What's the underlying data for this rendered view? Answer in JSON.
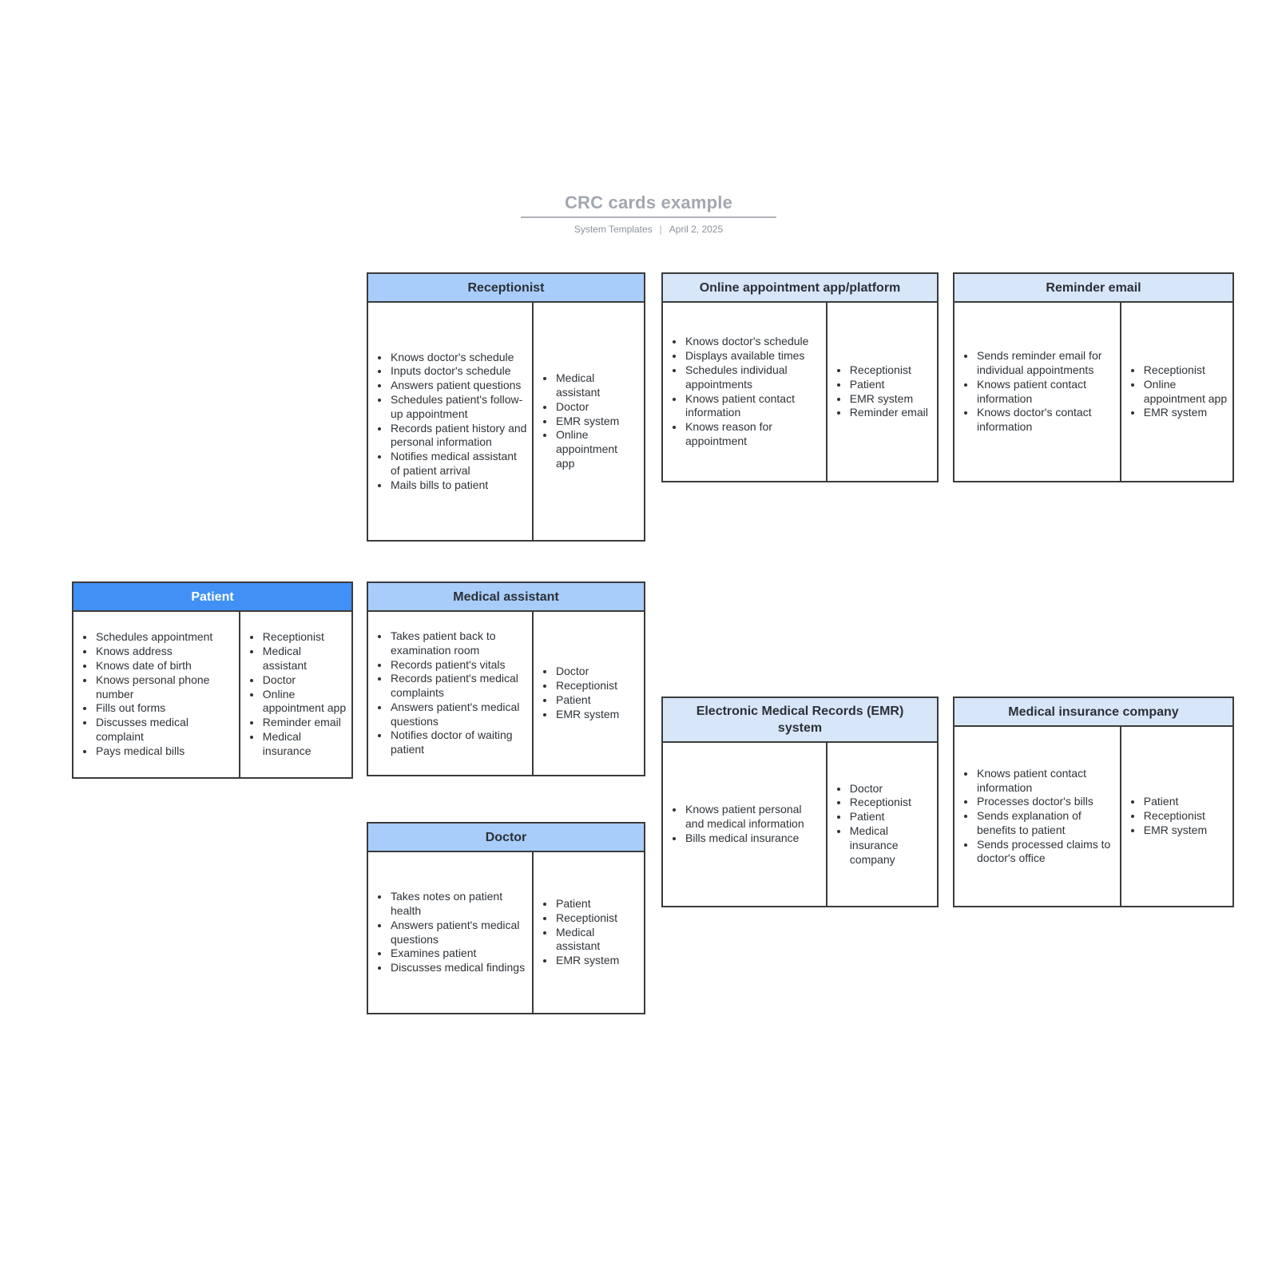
{
  "page": {
    "title": "CRC cards example",
    "subtitle_left": "System Templates",
    "subtitle_separator": "|",
    "subtitle_right": "April 2, 2025"
  },
  "colors": {
    "card_border": "#3B3B3B",
    "header_blue_medium": "#A9CDFB",
    "header_blue_light": "#D8E6FA",
    "header_blue_accent": "#4190F5",
    "header_text_dark": "#2B3036",
    "header_text_light": "#FFFFFF",
    "body_text": "#2E3338",
    "title_gray": "#A2A7AF",
    "rule_gray": "#AEB2B9",
    "subtitle_gray": "#8C929C",
    "canvas_bg": "#FFFFFF"
  },
  "cards": [
    {
      "id": "receptionist",
      "title": "Receptionist",
      "header_style": "medium",
      "responsibilities": [
        "Knows doctor's schedule",
        "Inputs doctor's schedule",
        "Answers patient questions",
        "Schedules patient's follow-up appointment",
        "Records patient history and personal information",
        "Notifies medical assistant of patient arrival",
        "Mails bills to patient"
      ],
      "collaborators": [
        "Medical assistant",
        "Doctor",
        "EMR system",
        "Online appointment app"
      ]
    },
    {
      "id": "online_appointment",
      "title": "Online appointment app/platform",
      "header_style": "light",
      "responsibilities": [
        "Knows doctor's schedule",
        "Displays available times",
        "Schedules individual appointments",
        "Knows patient contact information",
        "Knows reason for appointment"
      ],
      "collaborators": [
        "Receptionist",
        "Patient",
        "EMR system",
        "Reminder email"
      ]
    },
    {
      "id": "reminder_email",
      "title": "Reminder email",
      "header_style": "light",
      "responsibilities": [
        "Sends reminder email for individual appointments",
        "Knows patient contact information",
        "Knows doctor's contact information"
      ],
      "collaborators": [
        "Receptionist",
        "Online appointment app",
        "EMR system"
      ]
    },
    {
      "id": "patient",
      "title": "Patient",
      "header_style": "accent",
      "responsibilities": [
        "Schedules appointment",
        "Knows address",
        "Knows date of birth",
        "Knows personal phone number",
        "Fills out forms",
        "Discusses medical complaint",
        "Pays medical bills"
      ],
      "collaborators": [
        "Receptionist",
        "Medical assistant",
        "Doctor",
        "Online appointment app",
        "Reminder email",
        "Medical insurance"
      ]
    },
    {
      "id": "medical_assistant",
      "title": "Medical assistant",
      "header_style": "medium",
      "responsibilities": [
        "Takes patient back to examination room",
        "Records patient's vitals",
        "Records patient's medical complaints",
        "Answers patient's medical questions",
        "Notifies doctor of waiting patient"
      ],
      "collaborators": [
        "Doctor",
        "Receptionist",
        "Patient",
        "EMR system"
      ]
    },
    {
      "id": "emr_system",
      "title": "Electronic Medical Records (EMR) system",
      "header_style": "light",
      "responsibilities": [
        "Knows patient personal and medical information",
        "Bills medical insurance"
      ],
      "collaborators": [
        "Doctor",
        "Receptionist",
        "Patient",
        "Medical insurance company"
      ]
    },
    {
      "id": "medical_insurance",
      "title": "Medical insurance company",
      "header_style": "light",
      "responsibilities": [
        "Knows patient contact information",
        "Processes doctor's bills",
        "Sends explanation of benefits to patient",
        "Sends processed claims to doctor's office"
      ],
      "collaborators": [
        "Patient",
        "Receptionist",
        "EMR system"
      ]
    },
    {
      "id": "doctor",
      "title": "Doctor",
      "header_style": "medium",
      "responsibilities": [
        "Takes notes on patient health",
        "Answers patient's medical questions",
        "Examines patient",
        "Discusses medical findings"
      ],
      "collaborators": [
        "Patient",
        "Receptionist",
        "Medical assistant",
        "EMR system"
      ]
    }
  ]
}
